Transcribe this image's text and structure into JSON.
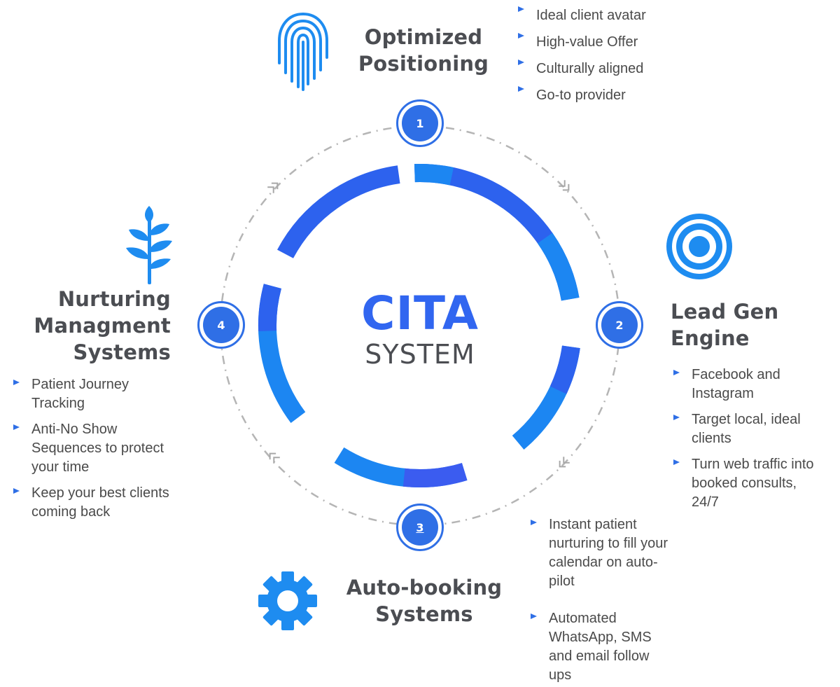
{
  "center": {
    "title": "CITA",
    "subtitle": "SYSTEM"
  },
  "steps": [
    {
      "number": "1",
      "title_lines": [
        "Optimized",
        "Positioning"
      ],
      "icon": "fingerprint-icon",
      "bullets": [
        "Ideal client avatar",
        "High-value Offer",
        "Culturally aligned",
        "Go-to provider"
      ]
    },
    {
      "number": "2",
      "title_lines": [
        "Lead Gen",
        "Engine"
      ],
      "icon": "target-icon",
      "bullets": [
        [
          "Facebook and",
          "Instagram"
        ],
        [
          "Target local, ideal",
          "clients"
        ],
        [
          "Turn web traffic into",
          "booked consults,",
          "24/7"
        ]
      ]
    },
    {
      "number": "3",
      "title_lines": [
        "Auto-booking",
        "Systems"
      ],
      "icon": "gear-icon",
      "bullets": [
        [
          "Instant patient",
          "nurturing to fill your",
          "calendar on auto-",
          "pilot"
        ],
        [
          "Automated",
          "WhatsApp, SMS",
          "and email follow",
          "ups"
        ]
      ]
    },
    {
      "number": "4",
      "title_lines": [
        "Nurturing",
        "Managment",
        "Systems"
      ],
      "icon": "plant-icon",
      "bullets": [
        [
          "Patient Journey",
          "Tracking"
        ],
        [
          "Anti-No Show",
          "Sequences to protect",
          "your time"
        ],
        [
          "Keep your best clients",
          "coming back"
        ]
      ]
    }
  ],
  "colors": {
    "accent": "#2f6fe6",
    "accent_light": "#1e8cf0",
    "accent_deep": "#3b5cf0",
    "heading": "#4b4d52",
    "dash": "#b0b0b0"
  }
}
